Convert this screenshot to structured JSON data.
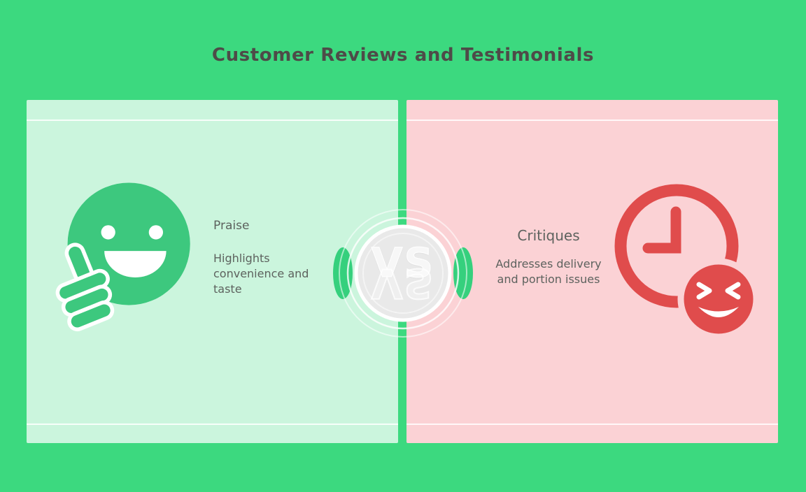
{
  "title": "Customer Reviews and Testimonials",
  "vs_badge": {
    "label": "VS"
  },
  "left_panel": {
    "heading": "Praise",
    "description": "Highlights convenience and taste",
    "icon": "thumbs-up-smiley-icon"
  },
  "right_panel": {
    "heading": "Critiques",
    "description": "Addresses delivery and portion issues",
    "icon": "clock-with-laughing-emoji-icon"
  },
  "colors": {
    "background": "#3cd97f",
    "left_panel_bg": "#cbf5dd",
    "right_panel_bg": "#fbd2d5",
    "left_icon": "#3dc87e",
    "right_icon": "#e04c4c",
    "title_text": "#4e4b48",
    "body_text": "#5d625e",
    "vs_circle": "#e9e9e9",
    "leaf_green": "#35d07d"
  }
}
